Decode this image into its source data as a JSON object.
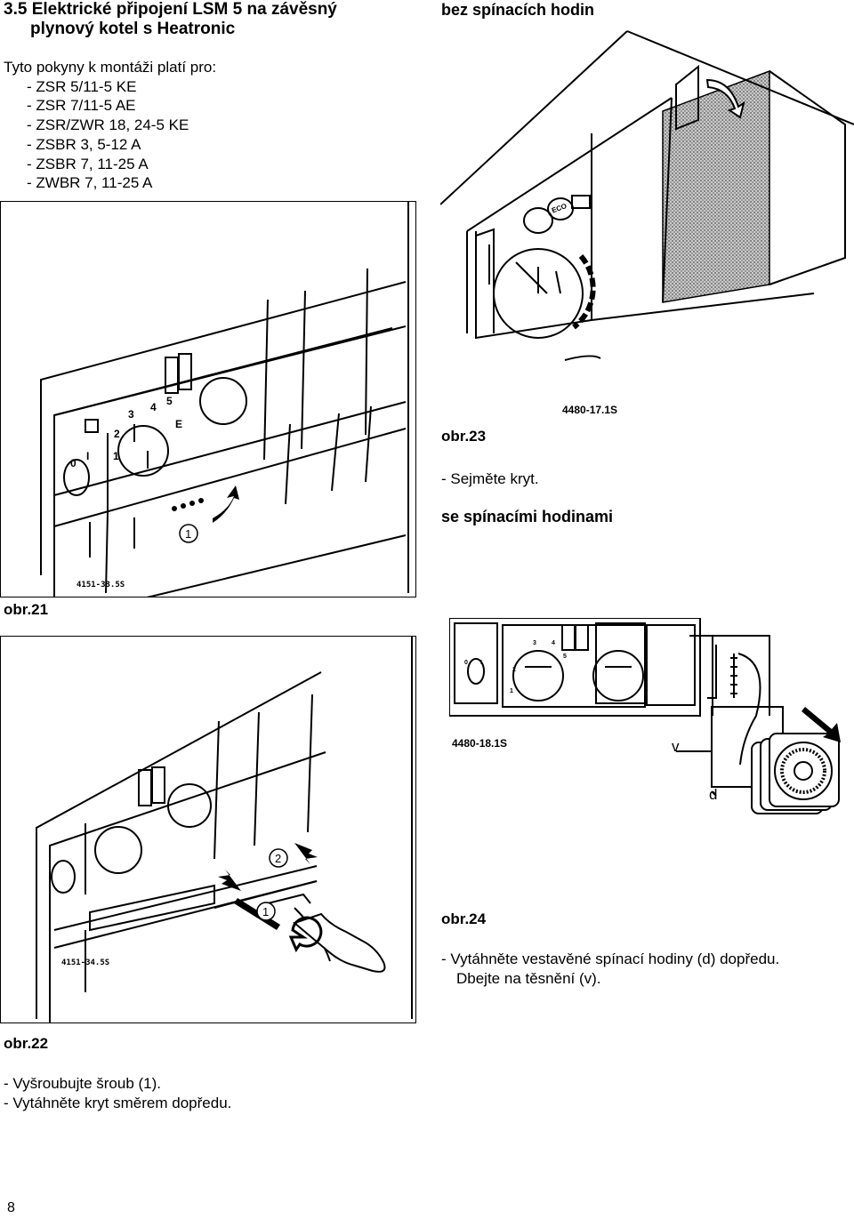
{
  "section": {
    "title_line1": "3.5 Elektrické připojení LSM 5 na závěsný",
    "title_line2": "plynový kotel s Heatronic"
  },
  "intro": "Tyto pokyny k montáži platí pro:",
  "models": [
    "- ZSR 5/11-5 KE",
    "- ZSR 7/11-5 AE",
    "- ZSR/ZWR 18, 24-5 KE",
    "- ZSBR 3, 5-12 A",
    "- ZSBR 7, 11-25 A",
    "- ZWBR 7, 11-25 A"
  ],
  "fig21": {
    "caption": "obr.21",
    "code": "4151-33.5S",
    "callout": "1",
    "dial_numbers": [
      "1",
      "2",
      "3",
      "4",
      "5",
      "E",
      "0",
      "I"
    ]
  },
  "fig22": {
    "caption": "obr.22",
    "code": "4151-34.5S",
    "callouts": [
      "1",
      "2"
    ],
    "steps": [
      "- Vyšroubujte šroub (1).",
      "- Vytáhněte kryt směrem dopředu."
    ]
  },
  "right_heading1": "bez spínacích hodin",
  "fig23": {
    "caption": "obr.23",
    "code": "4480-17.1S",
    "step": "- Sejměte kryt.",
    "eco": "ECO"
  },
  "right_heading2": "se spínacími hodinami",
  "fig24": {
    "caption": "obr.24",
    "code": "4480-18.1S",
    "label_v": "v",
    "label_d": "d",
    "step_line1": "- Vytáhněte vestavěné spínací hodiny (d) dopředu.",
    "step_line2": "Dbejte na těsnění (v)."
  },
  "page_number": "8"
}
